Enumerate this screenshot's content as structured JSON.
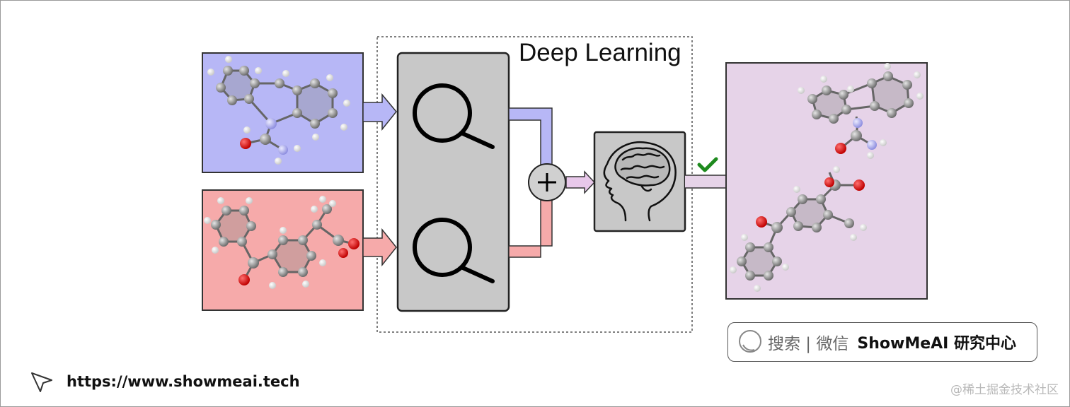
{
  "diagram": {
    "label": "Deep Learning",
    "check_color": "#1e8a1e",
    "colors": {
      "blue_panel": "#b7b7f6",
      "red_panel": "#f6aaaa",
      "purple_panel": "#e6d3e8",
      "box_gray": "#c8c8c8",
      "carbon": "#8a8a8a",
      "oxygen": "#e01010",
      "nitrogen": "#a9a9f0",
      "hydrogen": "#f4f4f4"
    }
  },
  "footer": {
    "search_prefix": "搜索 | 微信",
    "brand": "ShowMeAI 研究中心",
    "url": "https://www.showmeai.tech",
    "watermark": "@稀土掘金技术社区"
  }
}
